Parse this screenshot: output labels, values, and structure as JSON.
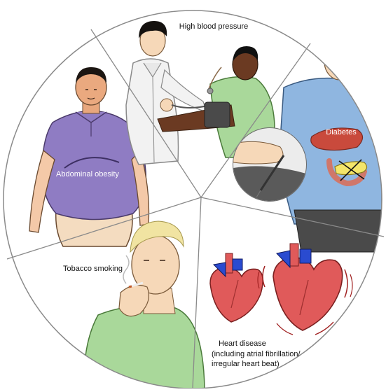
{
  "segments": [
    {
      "label": "High blood pressure"
    },
    {
      "label": "Diabetes"
    },
    {
      "label": "Heart disease",
      "sublabel_1": "(including atrial fibrillation/",
      "sublabel_2": "irregular heart beat)"
    },
    {
      "label": "Tobacco smoking"
    },
    {
      "label": "Abdominal obesity"
    }
  ],
  "colors": {
    "background": "#ffffff",
    "outline": "#8a8a8a",
    "skin_light": "#f6d8b8",
    "skin_dark": "#6b3a22",
    "shirt_purple": "#8f7cc3",
    "shirt_green": "#a9d89a",
    "shirt_blue": "#8fb6e0",
    "coat_white": "#f2f2f2",
    "heart_red": "#e05a5a",
    "heart_blue": "#2a4bd0",
    "hair_blond": "#f1e4a2",
    "pancreas_yellow": "#f4e66a",
    "liver_red": "#c94a3c"
  },
  "icons": [
    "doctor",
    "patient-bp-cuff",
    "diabetes-patient",
    "insulin-syringe",
    "pancreas",
    "smoking-man",
    "heart-small",
    "heart-large",
    "obese-man"
  ]
}
